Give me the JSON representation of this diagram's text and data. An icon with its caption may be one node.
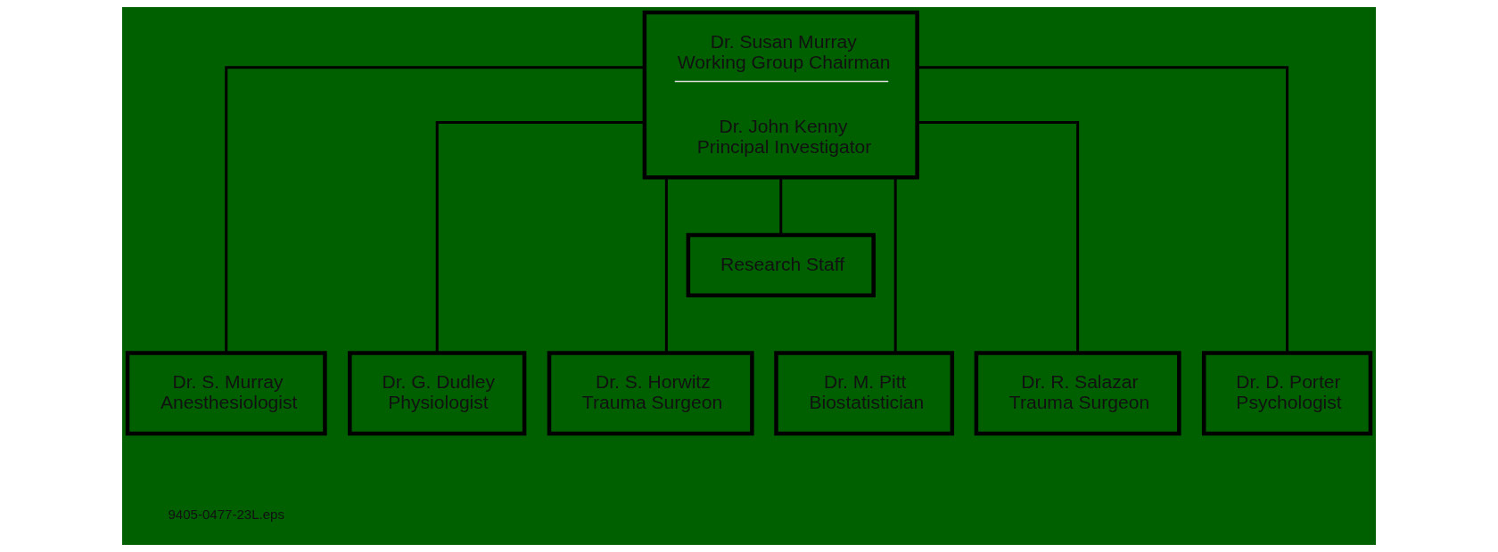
{
  "diagram": {
    "nodes": [
      {
        "text": [
          "Dr. Susan Murray Working Group Chairman",
          "Dr. John Kenny Principal Investigator"
        ]
      },
      {
        "text": [
          "Research Staff"
        ]
      },
      {
        "text": [
          "Dr. S. Murray Anesthesiologist"
        ]
      },
      {
        "text": [
          "Dr. G. Dudley Physiologist"
        ]
      },
      {
        "text": [
          "Dr. S. Horwitz Trauma Surgeon"
        ]
      },
      {
        "text": [
          "Dr. M. Pitt Biostatistician"
        ]
      },
      {
        "text": [
          "Dr. R. Salazar Trauma Surgeon"
        ]
      },
      {
        "text": [
          "Dr. D. Porter Psychologist"
        ]
      }
    ],
    "edges": [
      {
        "from": 0,
        "to": 1,
        "arrow": "none"
      },
      {
        "from": 0,
        "to": 2,
        "arrow": "none"
      },
      {
        "from": 0,
        "to": 3,
        "arrow": "none"
      },
      {
        "from": 0,
        "to": 4,
        "arrow": "none"
      },
      {
        "from": 0,
        "to": 5,
        "arrow": "none"
      },
      {
        "from": 0,
        "to": 6,
        "arrow": "none"
      },
      {
        "from": 0,
        "to": 7,
        "arrow": "none"
      }
    ],
    "labels": [
      "9405-0477-23L.eps"
    ]
  }
}
